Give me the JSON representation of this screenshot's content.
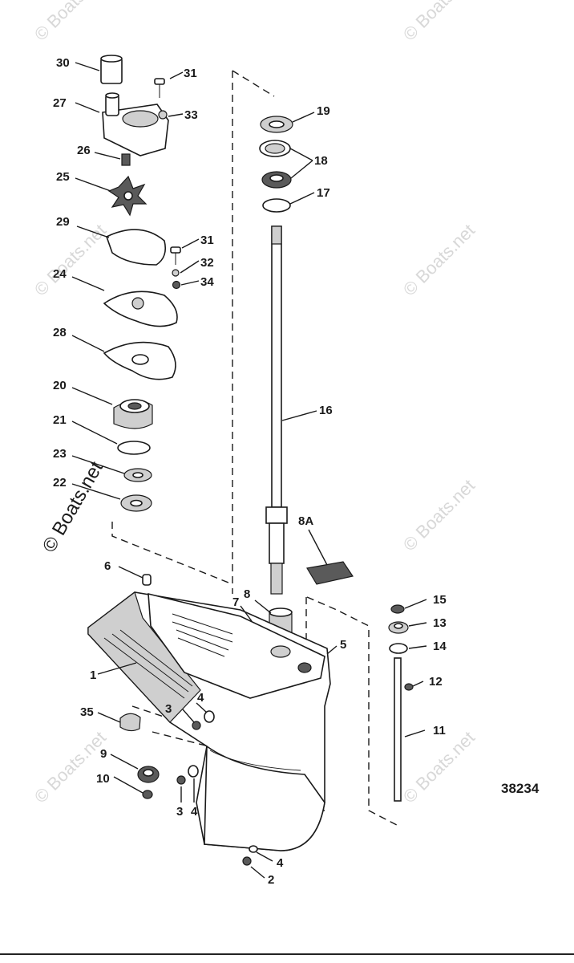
{
  "diagram": {
    "document_number": "38234",
    "watermark_text": "© Boats.net",
    "callouts": [
      "30",
      "31",
      "27",
      "33",
      "26",
      "25",
      "29",
      "31",
      "32",
      "24",
      "34",
      "28",
      "20",
      "21",
      "23",
      "22",
      "19",
      "18",
      "17",
      "16",
      "8A",
      "6",
      "7",
      "8",
      "5",
      "15",
      "13",
      "14",
      "12",
      "1",
      "4",
      "3",
      "35",
      "9",
      "10",
      "3",
      "4",
      "11",
      "4",
      "2"
    ]
  }
}
